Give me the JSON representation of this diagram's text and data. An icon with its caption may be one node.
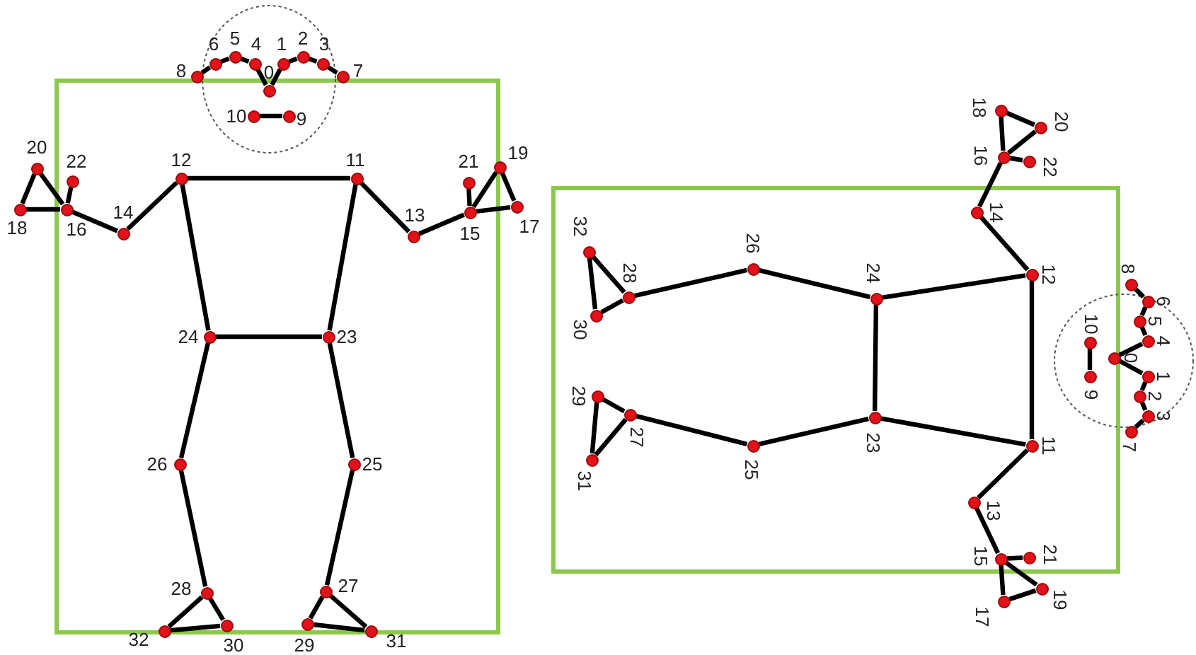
{
  "diagram": {
    "nodes": [
      {
        "text": [],
        "shape": "circle",
        "beside": [
          "0"
        ]
      },
      {
        "text": [],
        "shape": "circle",
        "beside": [
          "1"
        ]
      },
      {
        "text": [],
        "shape": "circle",
        "beside": [
          "2"
        ]
      },
      {
        "text": [],
        "shape": "circle",
        "beside": [
          "3"
        ]
      },
      {
        "text": [],
        "shape": "circle",
        "beside": [
          "4"
        ]
      },
      {
        "text": [],
        "shape": "circle",
        "beside": [
          "5"
        ]
      },
      {
        "text": [],
        "shape": "circle",
        "beside": [
          "6"
        ]
      },
      {
        "text": [],
        "shape": "circle",
        "beside": [
          "7"
        ]
      },
      {
        "text": [],
        "shape": "circle",
        "beside": [
          "8"
        ]
      },
      {
        "text": [],
        "shape": "circle",
        "beside": [
          "9"
        ]
      },
      {
        "text": [],
        "shape": "circle",
        "beside": [
          "10"
        ]
      },
      {
        "text": [],
        "shape": "circle",
        "beside": [
          "11"
        ]
      },
      {
        "text": [],
        "shape": "circle",
        "beside": [
          "12"
        ]
      },
      {
        "text": [],
        "shape": "circle",
        "beside": [
          "13"
        ]
      },
      {
        "text": [],
        "shape": "circle",
        "beside": [
          "14"
        ]
      },
      {
        "text": [],
        "shape": "circle",
        "beside": [
          "15"
        ]
      },
      {
        "text": [],
        "shape": "circle",
        "beside": [
          "16"
        ]
      },
      {
        "text": [],
        "shape": "circle",
        "beside": [
          "17"
        ]
      },
      {
        "text": [],
        "shape": "circle",
        "beside": [
          "18"
        ]
      },
      {
        "text": [],
        "shape": "circle",
        "beside": [
          "19"
        ]
      },
      {
        "text": [],
        "shape": "circle",
        "beside": [
          "20"
        ]
      },
      {
        "text": [],
        "shape": "circle",
        "beside": [
          "21"
        ]
      },
      {
        "text": [],
        "shape": "circle",
        "beside": [
          "22"
        ]
      },
      {
        "text": [],
        "shape": "circle",
        "beside": [
          "23"
        ]
      },
      {
        "text": [],
        "shape": "circle",
        "beside": [
          "24"
        ]
      },
      {
        "text": [],
        "shape": "circle",
        "beside": [
          "25"
        ]
      },
      {
        "text": [],
        "shape": "circle",
        "beside": [
          "26"
        ]
      },
      {
        "text": [],
        "shape": "circle",
        "beside": [
          "27"
        ]
      },
      {
        "text": [],
        "shape": "circle",
        "beside": [
          "28"
        ]
      },
      {
        "text": [],
        "shape": "circle",
        "beside": [
          "29"
        ]
      },
      {
        "text": [],
        "shape": "circle",
        "beside": [
          "30"
        ]
      },
      {
        "text": [],
        "shape": "circle",
        "beside": [
          "31"
        ]
      },
      {
        "text": [],
        "shape": "circle",
        "beside": [
          "32"
        ]
      },
      {
        "text": [],
        "shape": "circle",
        "beside": [
          "0"
        ]
      },
      {
        "text": [],
        "shape": "circle",
        "beside": [
          "1"
        ]
      },
      {
        "text": [],
        "shape": "circle",
        "beside": [
          "2"
        ]
      },
      {
        "text": [],
        "shape": "circle",
        "beside": [
          "3"
        ]
      },
      {
        "text": [],
        "shape": "circle",
        "beside": [
          "4"
        ]
      },
      {
        "text": [],
        "shape": "circle",
        "beside": [
          "5"
        ]
      },
      {
        "text": [],
        "shape": "circle",
        "beside": [
          "6"
        ]
      },
      {
        "text": [],
        "shape": "circle",
        "beside": [
          "7"
        ]
      },
      {
        "text": [],
        "shape": "circle",
        "beside": [
          "8"
        ]
      },
      {
        "text": [],
        "shape": "circle",
        "beside": [
          "9"
        ]
      },
      {
        "text": [],
        "shape": "circle",
        "beside": [
          "10"
        ]
      },
      {
        "text": [],
        "shape": "circle",
        "beside": [
          "11"
        ]
      },
      {
        "text": [],
        "shape": "circle",
        "beside": [
          "12"
        ]
      },
      {
        "text": [],
        "shape": "circle",
        "beside": [
          "13"
        ]
      },
      {
        "text": [],
        "shape": "circle",
        "beside": [
          "14"
        ]
      },
      {
        "text": [],
        "shape": "circle",
        "beside": [
          "15"
        ]
      },
      {
        "text": [],
        "shape": "circle",
        "beside": [
          "16"
        ]
      },
      {
        "text": [],
        "shape": "circle",
        "beside": [
          "17"
        ]
      },
      {
        "text": [],
        "shape": "circle",
        "beside": [
          "18"
        ]
      },
      {
        "text": [],
        "shape": "circle",
        "beside": [
          "19"
        ]
      },
      {
        "text": [],
        "shape": "circle",
        "beside": [
          "20"
        ]
      },
      {
        "text": [],
        "shape": "circle",
        "beside": [
          "21"
        ]
      },
      {
        "text": [],
        "shape": "circle",
        "beside": [
          "22"
        ]
      },
      {
        "text": [],
        "shape": "circle",
        "beside": [
          "23"
        ]
      },
      {
        "text": [],
        "shape": "circle",
        "beside": [
          "24"
        ]
      },
      {
        "text": [],
        "shape": "circle",
        "beside": [
          "25"
        ]
      },
      {
        "text": [],
        "shape": "circle",
        "beside": [
          "26"
        ]
      },
      {
        "text": [],
        "shape": "circle",
        "beside": [
          "27"
        ]
      },
      {
        "text": [],
        "shape": "circle",
        "beside": [
          "28"
        ]
      },
      {
        "text": [],
        "shape": "circle",
        "beside": [
          "29"
        ]
      },
      {
        "text": [],
        "shape": "circle",
        "beside": [
          "30"
        ]
      },
      {
        "text": [],
        "shape": "circle",
        "beside": [
          "31"
        ]
      },
      {
        "text": [],
        "shape": "circle",
        "beside": [
          "32"
        ]
      }
    ],
    "edges": [
      {
        "from": 0,
        "to": 1,
        "arrow": "none"
      },
      {
        "from": 1,
        "to": 2,
        "arrow": "none"
      },
      {
        "from": 2,
        "to": 3,
        "arrow": "none"
      },
      {
        "from": 3,
        "to": 7,
        "arrow": "none"
      },
      {
        "from": 0,
        "to": 4,
        "arrow": "none"
      },
      {
        "from": 4,
        "to": 5,
        "arrow": "none"
      },
      {
        "from": 5,
        "to": 6,
        "arrow": "none"
      },
      {
        "from": 6,
        "to": 8,
        "arrow": "none"
      },
      {
        "from": 9,
        "to": 10,
        "arrow": "none"
      },
      {
        "from": 11,
        "to": 12,
        "arrow": "none"
      },
      {
        "from": 11,
        "to": 13,
        "arrow": "none"
      },
      {
        "from": 13,
        "to": 15,
        "arrow": "none"
      },
      {
        "from": 15,
        "to": 17,
        "arrow": "none"
      },
      {
        "from": 15,
        "to": 19,
        "arrow": "none"
      },
      {
        "from": 15,
        "to": 21,
        "arrow": "none"
      },
      {
        "from": 17,
        "to": 19,
        "arrow": "none"
      },
      {
        "from": 12,
        "to": 14,
        "arrow": "none"
      },
      {
        "from": 14,
        "to": 16,
        "arrow": "none"
      },
      {
        "from": 16,
        "to": 18,
        "arrow": "none"
      },
      {
        "from": 16,
        "to": 20,
        "arrow": "none"
      },
      {
        "from": 16,
        "to": 22,
        "arrow": "none"
      },
      {
        "from": 18,
        "to": 20,
        "arrow": "none"
      },
      {
        "from": 11,
        "to": 23,
        "arrow": "none"
      },
      {
        "from": 12,
        "to": 24,
        "arrow": "none"
      },
      {
        "from": 23,
        "to": 24,
        "arrow": "none"
      },
      {
        "from": 23,
        "to": 25,
        "arrow": "none"
      },
      {
        "from": 24,
        "to": 26,
        "arrow": "none"
      },
      {
        "from": 25,
        "to": 27,
        "arrow": "none"
      },
      {
        "from": 26,
        "to": 28,
        "arrow": "none"
      },
      {
        "from": 27,
        "to": 29,
        "arrow": "none"
      },
      {
        "from": 28,
        "to": 30,
        "arrow": "none"
      },
      {
        "from": 29,
        "to": 31,
        "arrow": "none"
      },
      {
        "from": 30,
        "to": 32,
        "arrow": "none"
      },
      {
        "from": 27,
        "to": 31,
        "arrow": "none"
      },
      {
        "from": 28,
        "to": 32,
        "arrow": "none"
      },
      {
        "from": 33,
        "to": 34,
        "arrow": "none"
      },
      {
        "from": 34,
        "to": 35,
        "arrow": "none"
      },
      {
        "from": 35,
        "to": 36,
        "arrow": "none"
      },
      {
        "from": 36,
        "to": 40,
        "arrow": "none"
      },
      {
        "from": 33,
        "to": 37,
        "arrow": "none"
      },
      {
        "from": 37,
        "to": 38,
        "arrow": "none"
      },
      {
        "from": 38,
        "to": 39,
        "arrow": "none"
      },
      {
        "from": 39,
        "to": 41,
        "arrow": "none"
      },
      {
        "from": 42,
        "to": 43,
        "arrow": "none"
      },
      {
        "from": 44,
        "to": 45,
        "arrow": "none"
      },
      {
        "from": 44,
        "to": 46,
        "arrow": "none"
      },
      {
        "from": 46,
        "to": 48,
        "arrow": "none"
      },
      {
        "from": 48,
        "to": 50,
        "arrow": "none"
      },
      {
        "from": 48,
        "to": 52,
        "arrow": "none"
      },
      {
        "from": 48,
        "to": 54,
        "arrow": "none"
      },
      {
        "from": 50,
        "to": 52,
        "arrow": "none"
      },
      {
        "from": 45,
        "to": 47,
        "arrow": "none"
      },
      {
        "from": 47,
        "to": 49,
        "arrow": "none"
      },
      {
        "from": 49,
        "to": 51,
        "arrow": "none"
      },
      {
        "from": 49,
        "to": 53,
        "arrow": "none"
      },
      {
        "from": 49,
        "to": 55,
        "arrow": "none"
      },
      {
        "from": 51,
        "to": 53,
        "arrow": "none"
      },
      {
        "from": 44,
        "to": 56,
        "arrow": "none"
      },
      {
        "from": 45,
        "to": 57,
        "arrow": "none"
      },
      {
        "from": 56,
        "to": 57,
        "arrow": "none"
      },
      {
        "from": 56,
        "to": 58,
        "arrow": "none"
      },
      {
        "from": 57,
        "to": 59,
        "arrow": "none"
      },
      {
        "from": 58,
        "to": 60,
        "arrow": "none"
      },
      {
        "from": 59,
        "to": 61,
        "arrow": "none"
      },
      {
        "from": 60,
        "to": 62,
        "arrow": "none"
      },
      {
        "from": 61,
        "to": 63,
        "arrow": "none"
      },
      {
        "from": 62,
        "to": 64,
        "arrow": "none"
      },
      {
        "from": 63,
        "to": 65,
        "arrow": "none"
      },
      {
        "from": 60,
        "to": 64,
        "arrow": "none"
      },
      {
        "from": 61,
        "to": 65,
        "arrow": "none"
      }
    ]
  }
}
